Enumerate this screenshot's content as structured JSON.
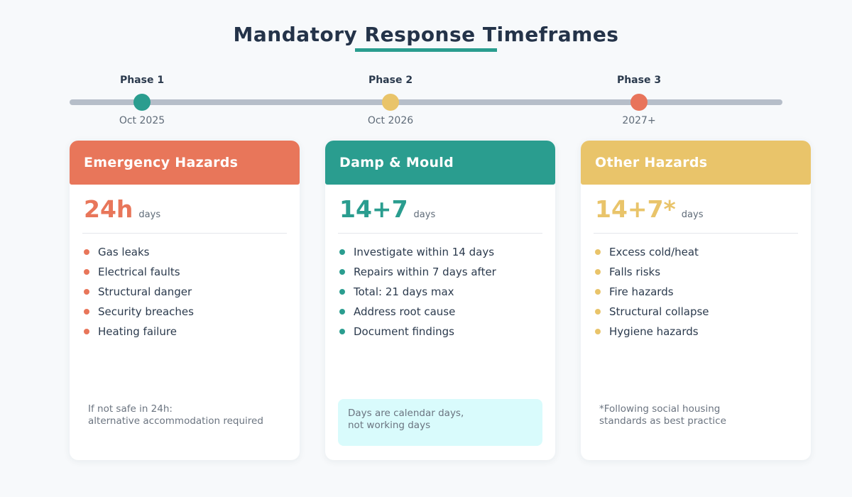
{
  "title": "Mandatory Response Timeframes",
  "colors": {
    "coral": "#e8765a",
    "teal": "#2a9d8f",
    "yellow": "#e9c46a",
    "navy_text": "#243349",
    "timeline_bar": "#b6bec9",
    "note_box_bg": "#d9fbfc",
    "page_bg": "#f7f9fb"
  },
  "timeline": {
    "phases": [
      {
        "label": "Phase 1",
        "date": "Oct 2025",
        "dot_color": "#2a9d8f"
      },
      {
        "label": "Phase 2",
        "date": "Oct 2026",
        "dot_color": "#e9c46a"
      },
      {
        "label": "Phase 3",
        "date": "2027+",
        "dot_color": "#e8745b"
      }
    ]
  },
  "cards": [
    {
      "header": "Emergency Hazards",
      "big_number": "24h",
      "unit": "days",
      "items": [
        "Gas leaks",
        "Electrical faults",
        "Structural danger",
        "Security breaches",
        "Heating failure"
      ],
      "note_line1": "If not safe in 24h:",
      "note_line2": "alternative accommodation required"
    },
    {
      "header": "Damp & Mould",
      "big_number": "14+7",
      "unit": "days",
      "items": [
        "Investigate within 14 days",
        "Repairs within 7 days after",
        "Total: 21 days max",
        "Address root cause",
        "Document findings"
      ],
      "note_line1": "Days are calendar days,",
      "note_line2": "not working days"
    },
    {
      "header": "Other Hazards",
      "big_number": "14+7*",
      "unit": "days",
      "items": [
        "Excess cold/heat",
        "Falls risks",
        "Fire hazards",
        "Structural collapse",
        "Hygiene hazards"
      ],
      "note_line1": "*Following social housing",
      "note_line2": "standards as best practice"
    }
  ]
}
